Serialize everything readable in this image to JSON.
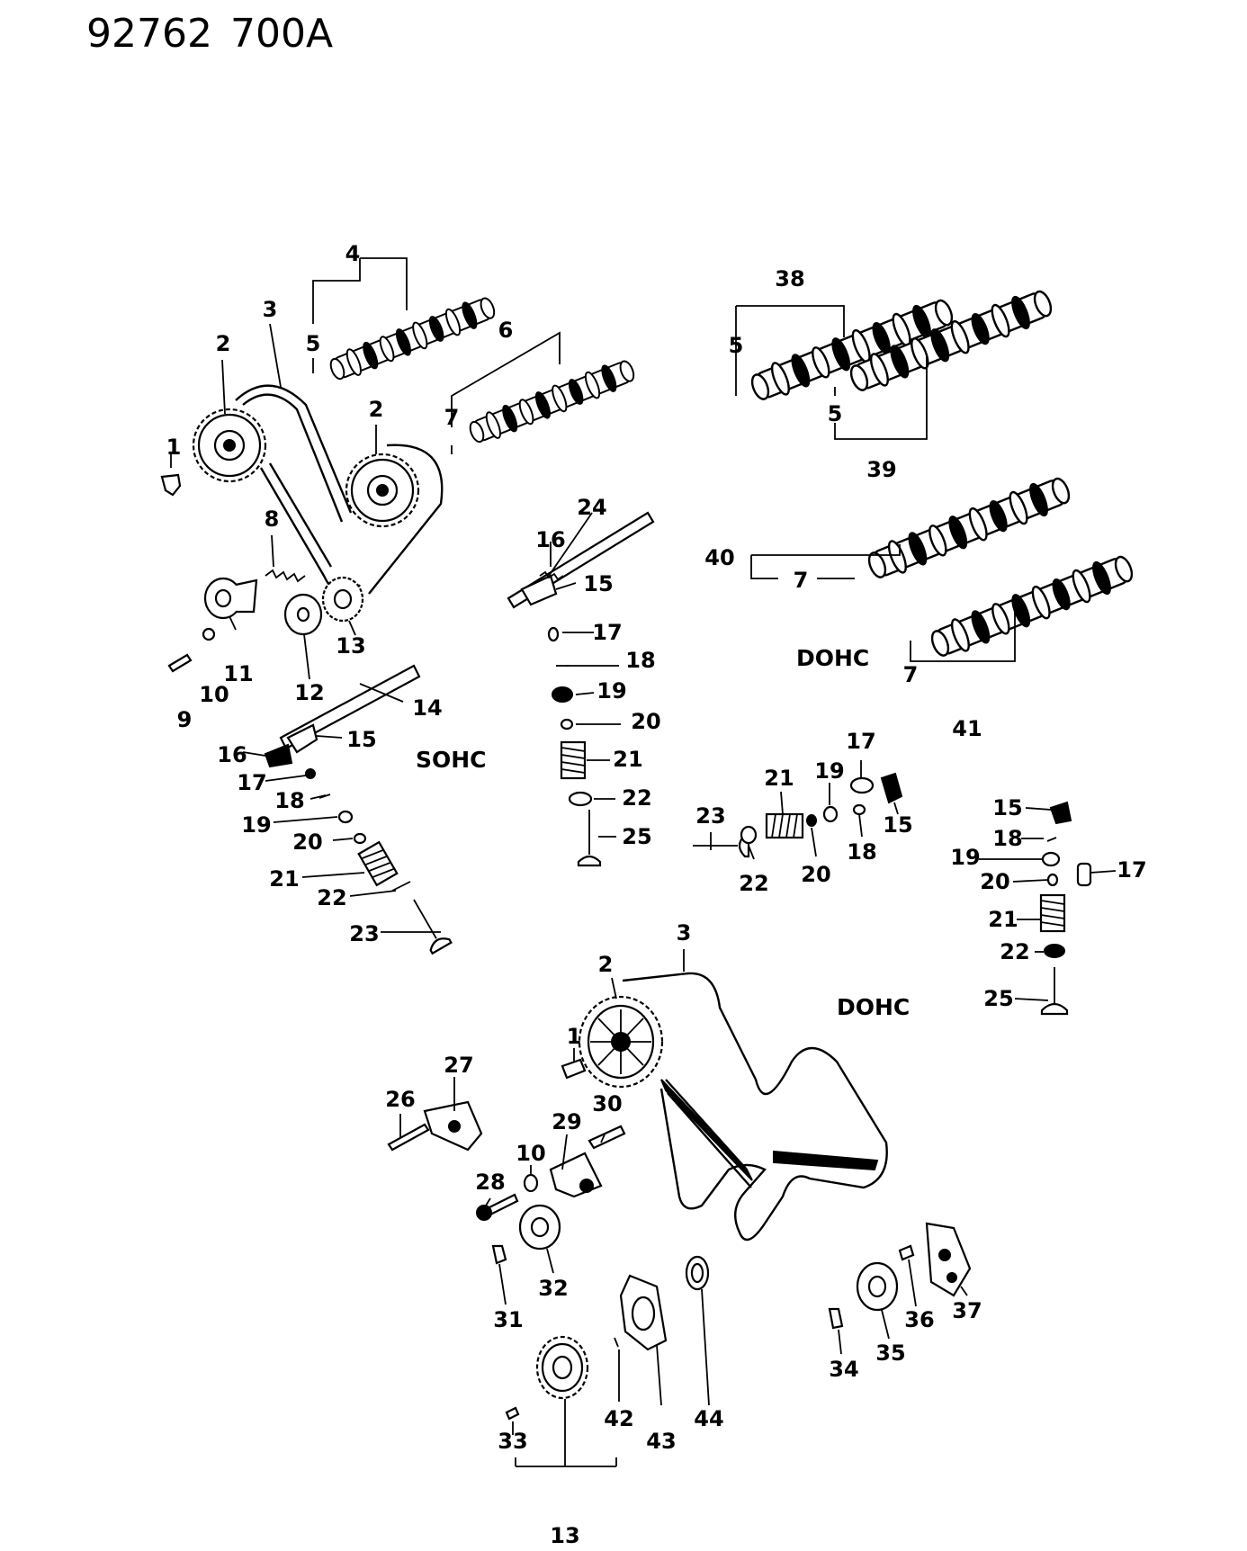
{
  "header": {
    "doc_number": "92762",
    "revision": "700A"
  },
  "sections": {
    "sohc": "SOHC",
    "dohc_valvetrain": "DOHC",
    "dohc_belt": "DOHC"
  },
  "labels": {
    "p1a": "1",
    "p1b": "1",
    "p2a": "2",
    "p2b": "2",
    "p2c": "2",
    "p3a": "3",
    "p3b": "3",
    "p4": "4",
    "p5a": "5",
    "p5b": "5",
    "p5c": "5",
    "p6": "6",
    "p7a": "7",
    "p7b": "7",
    "p7c": "7",
    "p8": "8",
    "p9": "9",
    "p10a": "10",
    "p10b": "10",
    "p11": "11",
    "p12": "12",
    "p13a": "13",
    "p13b": "13",
    "p14": "14",
    "p15a": "15",
    "p15b": "15",
    "p15c": "15",
    "p15d": "15",
    "p16a": "16",
    "p16b": "16",
    "p17a": "17",
    "p17b": "17",
    "p17c": "17",
    "p17d": "17",
    "p18a": "18",
    "p18b": "18",
    "p18c": "18",
    "p18d": "18",
    "p19a": "19",
    "p19b": "19",
    "p19c": "19",
    "p19d": "19",
    "p20a": "20",
    "p20b": "20",
    "p20c": "20",
    "p20d": "20",
    "p21a": "21",
    "p21b": "21",
    "p21c": "21",
    "p21d": "21",
    "p22a": "22",
    "p22b": "22",
    "p22c": "22",
    "p22d": "22",
    "p23a": "23",
    "p23b": "23",
    "p24": "24",
    "p25a": "25",
    "p25b": "25",
    "p26": "26",
    "p27": "27",
    "p28": "28",
    "p29": "29",
    "p30": "30",
    "p31": "31",
    "p32": "32",
    "p33": "33",
    "p34": "34",
    "p35": "35",
    "p36": "36",
    "p37": "37",
    "p38": "38",
    "p39": "39",
    "p40": "40",
    "p41": "41",
    "p42": "42",
    "p43": "43",
    "p44": "44"
  }
}
